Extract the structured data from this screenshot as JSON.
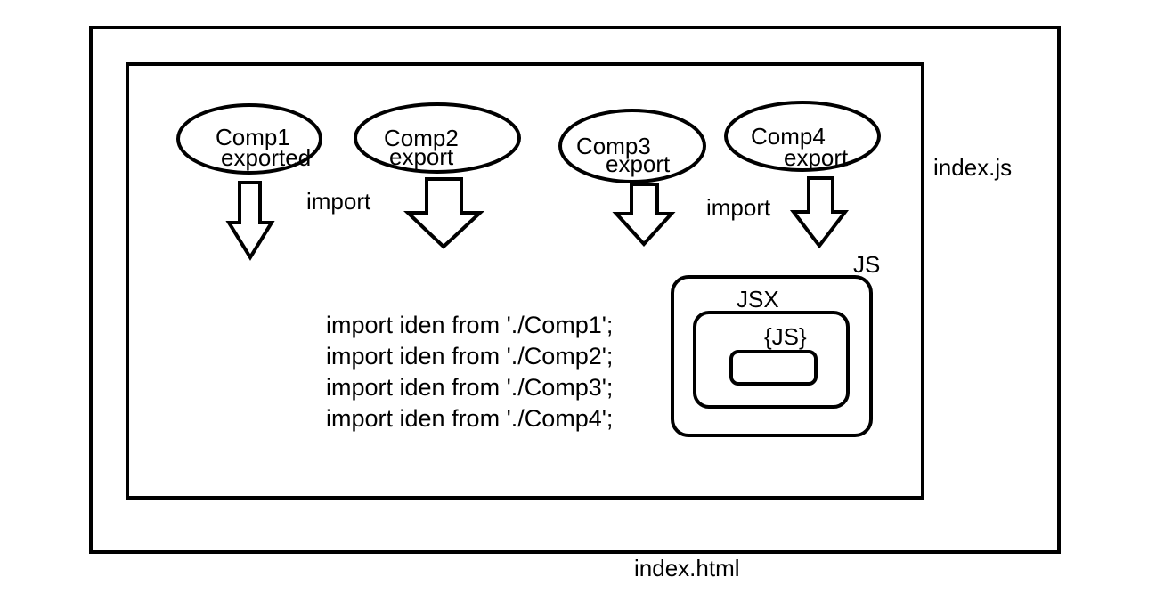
{
  "labels": {
    "outer": "index.html",
    "inner": "index.js",
    "js_outer": "JS",
    "jsx": "JSX",
    "js_inner": "{JS}"
  },
  "components": [
    {
      "name": "Comp1",
      "status": "exported"
    },
    {
      "name": "Comp2",
      "status": "export"
    },
    {
      "name": "Comp3",
      "status": "export"
    },
    {
      "name": "Comp4",
      "status": "export"
    }
  ],
  "import_labels": [
    "import",
    "import"
  ],
  "code_lines": [
    "import iden from './Comp1';",
    "import iden from './Comp2';",
    "import iden from './Comp3';",
    "import iden from './Comp4';"
  ]
}
